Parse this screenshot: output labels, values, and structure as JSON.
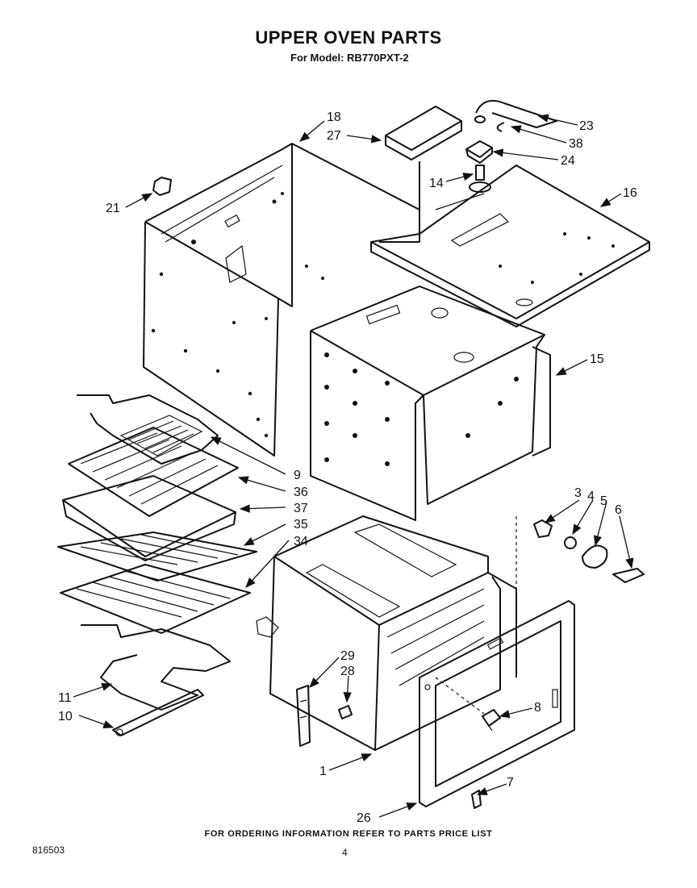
{
  "title": "UPPER OVEN PARTS",
  "subtitle": "For Model: RB770PXT-2",
  "footer_note": "FOR ORDERING INFORMATION REFER TO PARTS PRICE LIST",
  "doc_number": "816503",
  "page_number": "4",
  "callouts": {
    "p1": "1",
    "p3": "3",
    "p4": "4",
    "p5": "5",
    "p6": "6",
    "p7": "7",
    "p8": "8",
    "p9": "9",
    "p10": "10",
    "p11": "11",
    "p14": "14",
    "p15": "15",
    "p16": "16",
    "p18": "18",
    "p21": "21",
    "p23": "23",
    "p24": "24",
    "p26": "26",
    "p27": "27",
    "p28": "28",
    "p29": "29",
    "p34": "34",
    "p35": "35",
    "p36": "36",
    "p37": "37",
    "p38": "38"
  }
}
